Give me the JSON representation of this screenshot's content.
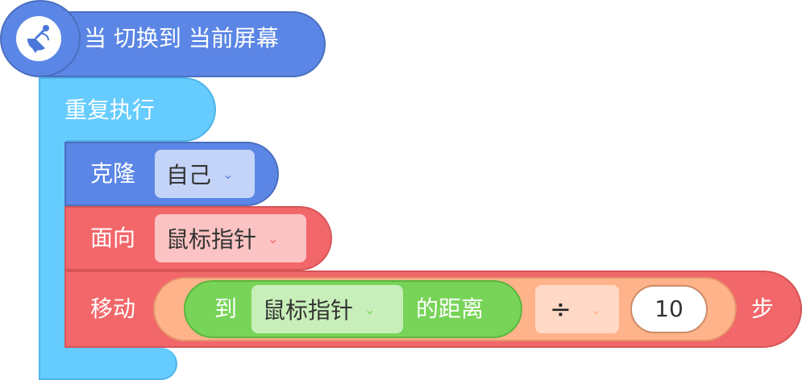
{
  "hat": {
    "label": "当 切换到 当前屏幕",
    "icon": "satellite-dish-icon"
  },
  "repeat": {
    "label": "重复执行"
  },
  "clone": {
    "label": "克隆",
    "target": "自己"
  },
  "point": {
    "label": "面向",
    "target": "鼠标指针"
  },
  "move": {
    "label": "移动",
    "suffix": "步",
    "distance": {
      "prefix": "到",
      "target": "鼠标指针",
      "suffix": "的距离"
    },
    "operator": "÷",
    "operand": "10"
  },
  "colors": {
    "event": "#5b86e5",
    "control": "#66ccff",
    "motion": "#f2676a",
    "operator": "#ffb38a",
    "sensing": "#77d458"
  }
}
